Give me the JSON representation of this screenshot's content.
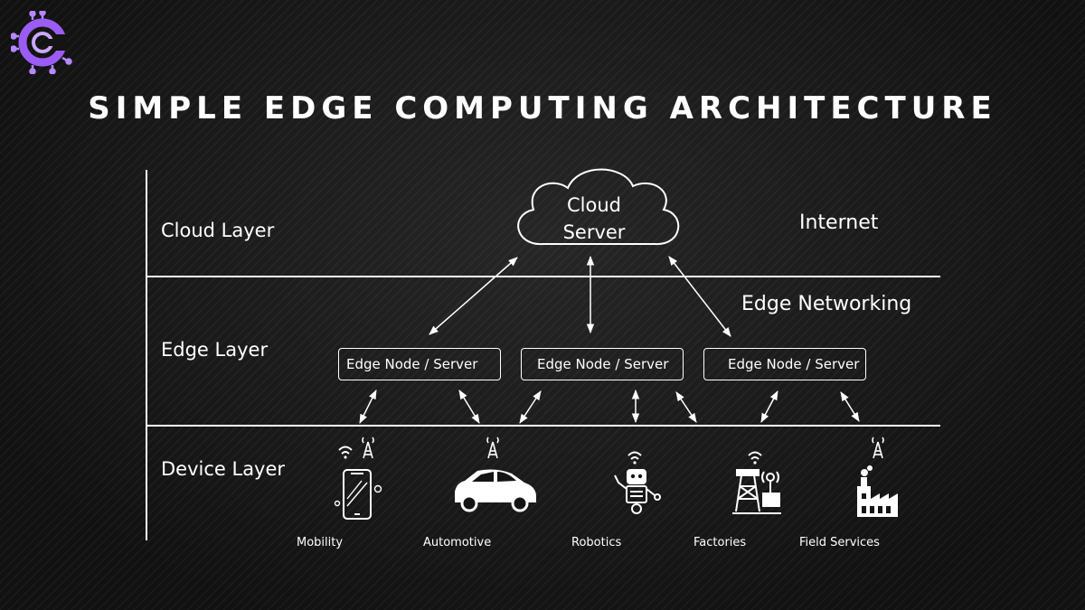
{
  "title": "Simple Edge Computing Architecture",
  "layers": {
    "cloud": "Cloud Layer",
    "edge": "Edge Layer",
    "device": "Device Layer"
  },
  "zones": {
    "internet": "Internet",
    "edge_networking": "Edge Networking"
  },
  "cloud": {
    "line1": "Cloud",
    "line2": "Server"
  },
  "edge_nodes": [
    {
      "label": "Edge Node / Server"
    },
    {
      "label": "Edge Node / Server"
    },
    {
      "label": "Edge Node / Server"
    }
  ],
  "devices": [
    {
      "label": "Mobility",
      "icon": "smartphone-icon"
    },
    {
      "label": "Automotive",
      "icon": "car-icon"
    },
    {
      "label": "Robotics",
      "icon": "robot-icon"
    },
    {
      "label": "Factories",
      "icon": "tower-icon"
    },
    {
      "label": "Field Services",
      "icon": "factory-icon"
    }
  ],
  "colors": {
    "background": "#141414",
    "foreground": "#ffffff",
    "logo_accent": "#9b5cf6"
  }
}
